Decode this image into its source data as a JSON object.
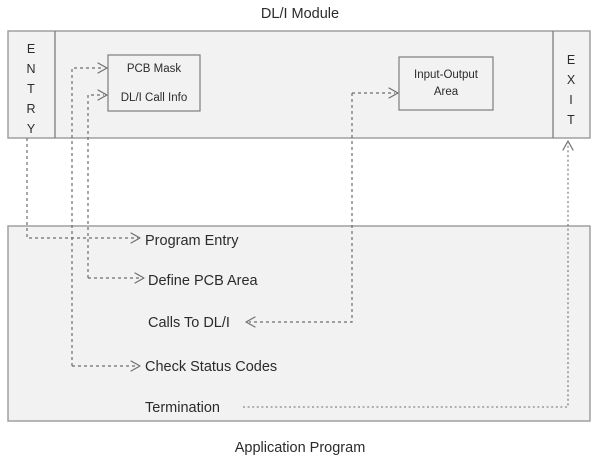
{
  "diagram": {
    "title_top": "DL/I Module",
    "title_bottom": "Application Program",
    "entry_label": "ENTRY",
    "entry_letters": [
      "E",
      "N",
      "T",
      "R",
      "Y"
    ],
    "exit_label": "EXIT",
    "exit_letters": [
      "E",
      "X",
      "I",
      "T"
    ],
    "module_boxes": [
      {
        "id": "pcb-mask",
        "label": "PCB Mask"
      },
      {
        "id": "dli-call-info",
        "label": "DL/I Call Info"
      },
      {
        "id": "input-output-area",
        "line1": "Input-Output",
        "line2": "Area"
      }
    ],
    "program_steps": [
      {
        "id": "program-entry",
        "label": "Program Entry"
      },
      {
        "id": "define-pcb-area",
        "label": "Define PCB Area"
      },
      {
        "id": "calls-to-dli",
        "label": "Calls To DL/I"
      },
      {
        "id": "check-status-codes",
        "label": "Check Status Codes"
      },
      {
        "id": "termination",
        "label": "Termination"
      }
    ],
    "colors": {
      "panel_fill": "#f2f2f2",
      "panel_stroke": "#9a9a9a",
      "box_stroke": "#7d7d7d",
      "flow_stroke": "#6e6e6e",
      "text": "#2b2b2b",
      "background": "#ffffff"
    }
  }
}
